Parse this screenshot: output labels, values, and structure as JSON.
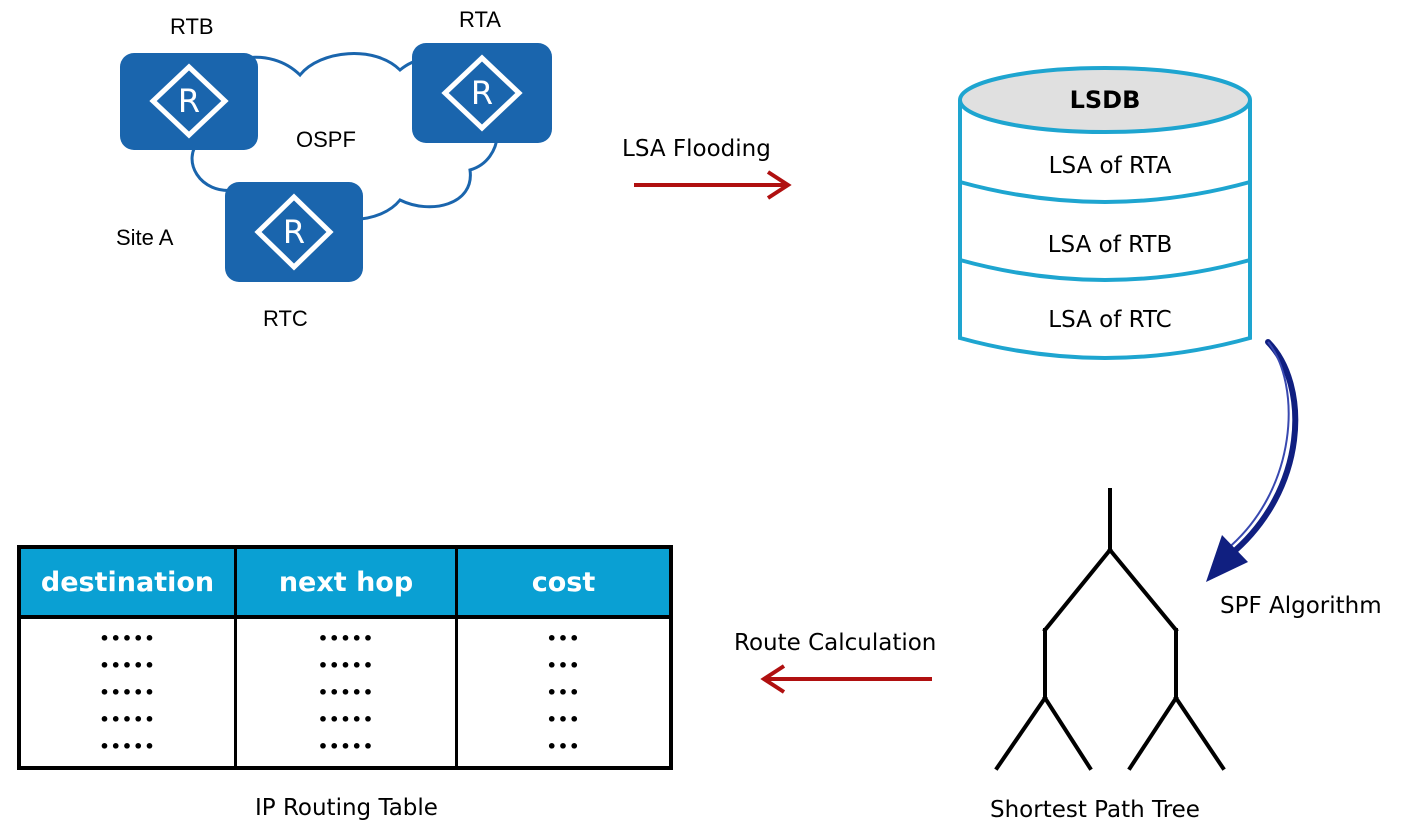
{
  "network": {
    "routers": [
      {
        "name": "RTB",
        "icon": "router-icon",
        "glyph": "R"
      },
      {
        "name": "RTA",
        "icon": "router-icon",
        "glyph": "R"
      },
      {
        "name": "RTC",
        "icon": "router-icon",
        "glyph": "R"
      }
    ],
    "cloud_label": "OSPF",
    "site_label": "Site A"
  },
  "flooding_label": "LSA Flooding",
  "lsdb": {
    "title": "LSDB",
    "entries": [
      "LSA of RTA",
      "LSA of RTB",
      "LSA of RTC"
    ]
  },
  "spf_label": "SPF Algorithm",
  "tree_label": "Shortest Path Tree",
  "route_calc_label": "Route Calculation",
  "routing_table": {
    "caption": "IP Routing Table",
    "headers": [
      "destination",
      "next hop",
      "cost"
    ],
    "columns": [
      [
        "•••••",
        "•••••",
        "•••••",
        "•••••",
        "•••••"
      ],
      [
        "•••••",
        "•••••",
        "•••••",
        "•••••",
        "•••••"
      ],
      [
        "•••",
        "•••",
        "•••",
        "•••",
        "•••"
      ]
    ]
  },
  "colors": {
    "router_blue": "#1a65ad",
    "cylinder_stroke": "#1ea5d0",
    "cylinder_top": "#e0e0e0",
    "arrow_red": "#b01010",
    "spf_arrow_blue": "#101f80",
    "table_header": "#0aa0d3"
  }
}
